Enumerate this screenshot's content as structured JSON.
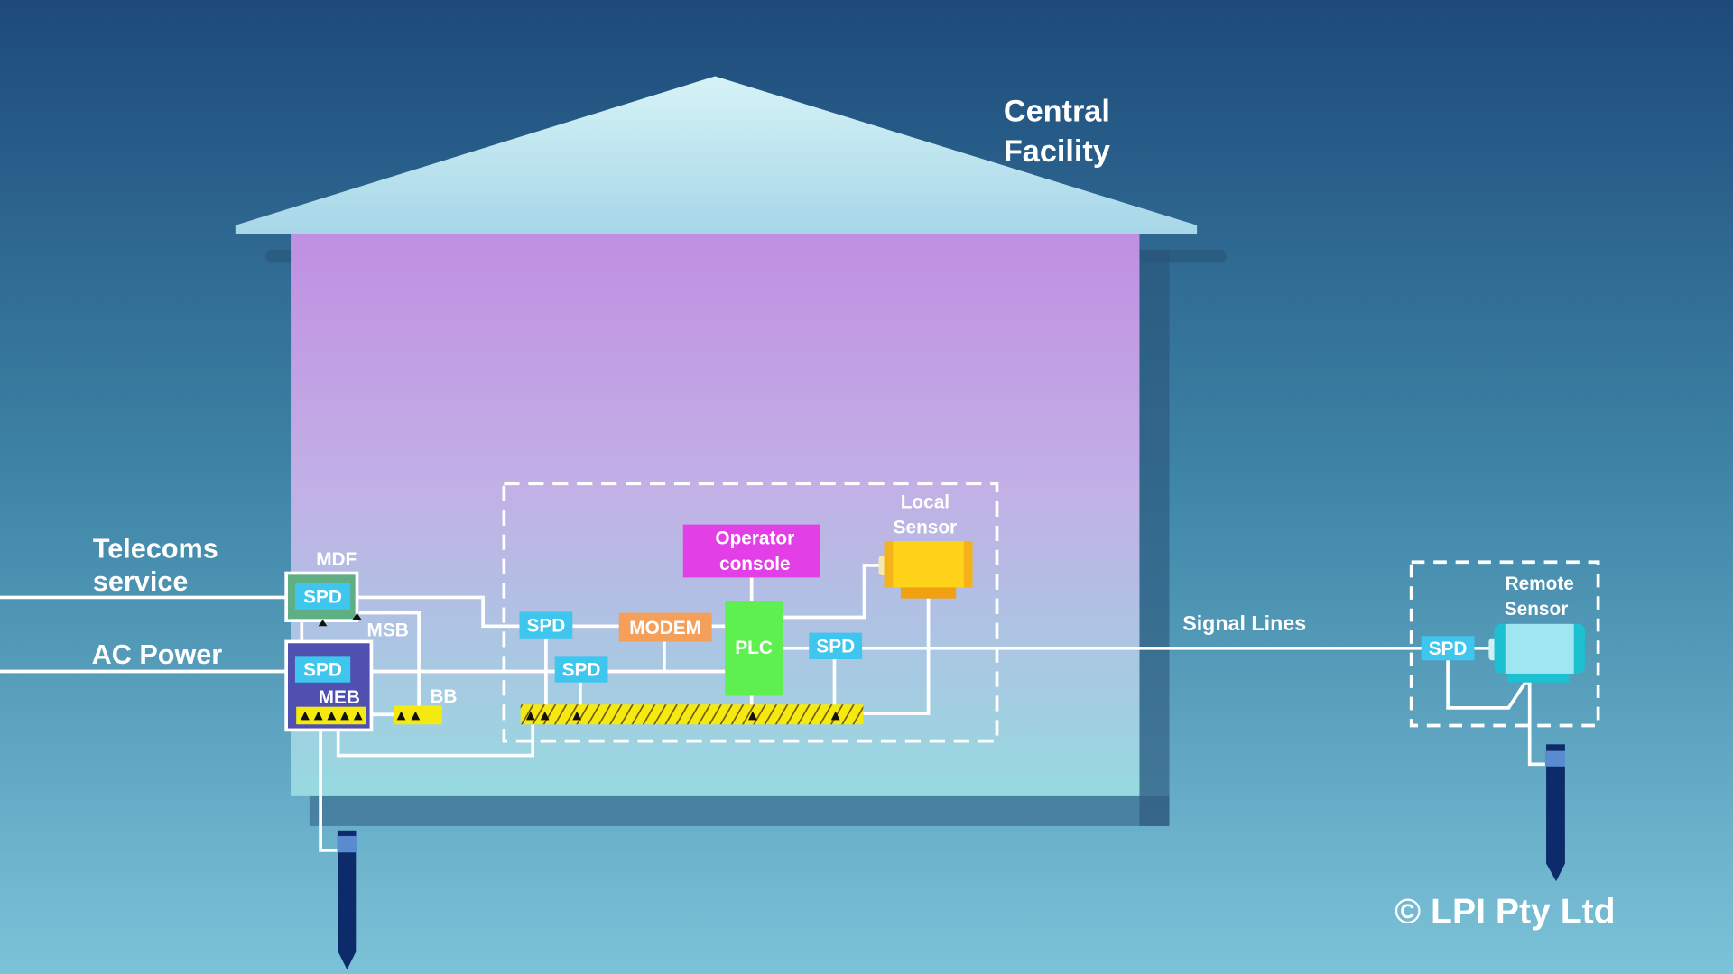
{
  "title": "Central Facility",
  "title_lines": [
    "Central",
    "Facility"
  ],
  "labels": {
    "telecoms": [
      "Telecoms",
      "service"
    ],
    "ac_power": "AC Power",
    "signal_lines": "Signal Lines",
    "mdf": "MDF",
    "msb": "MSB",
    "meb": "MEB",
    "bb": "BB",
    "local_sensor": [
      "Local",
      "Sensor"
    ],
    "remote_sensor": [
      "Remote",
      "Sensor"
    ]
  },
  "devices": {
    "spd": "SPD",
    "modem": "MODEM",
    "plc": "PLC",
    "operator_console": [
      "Operator",
      "console"
    ]
  },
  "copyright": "© LPI Pty Ltd",
  "colors": {
    "spd": "#3ec6ee",
    "modem": "#f5a05a",
    "plc": "#5ef04e",
    "console": "#e23fe6",
    "sensor": "#ffd21a",
    "remote_sensor": "#9fe6f2",
    "busbar": "#f4ea10",
    "mdf": "#5fae84",
    "meb": "#5050b0"
  }
}
